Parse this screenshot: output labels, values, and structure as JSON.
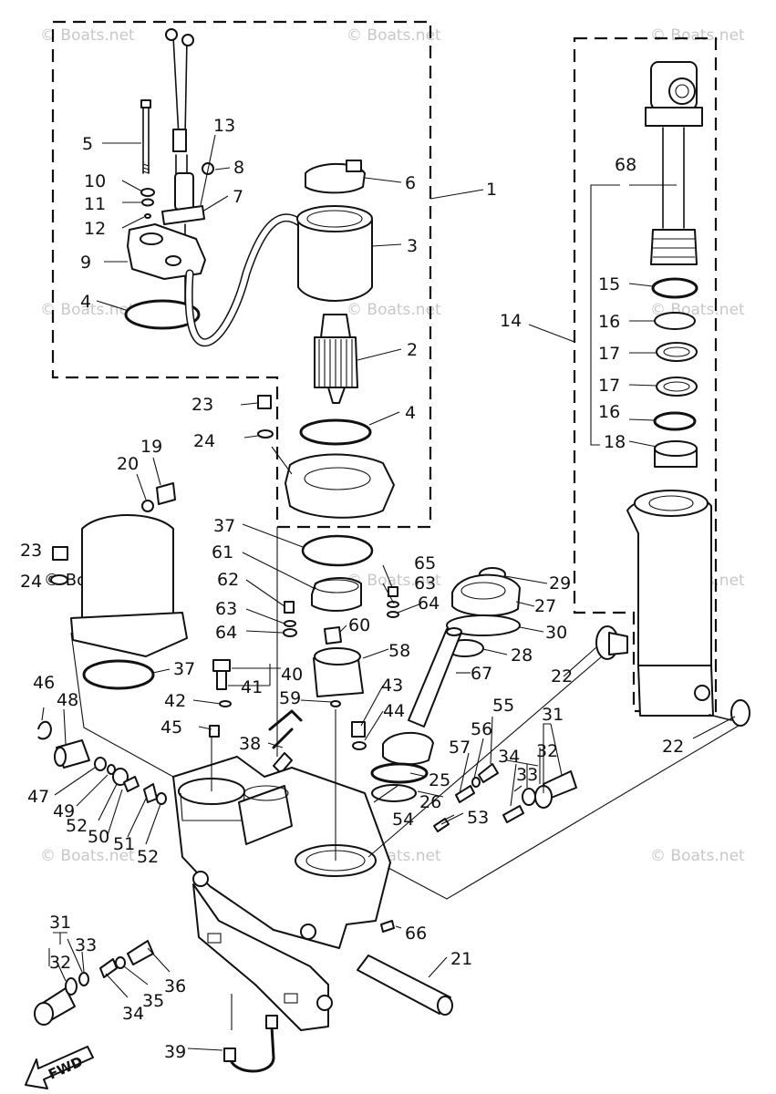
{
  "watermark": "© Boats.net",
  "fwd_label": "FWD",
  "callouts": {
    "c1": "1",
    "c2": "2",
    "c3": "3",
    "c4a": "4",
    "c4b": "4",
    "c5": "5",
    "c6": "6",
    "c7": "7",
    "c8": "8",
    "c9": "9",
    "c10": "10",
    "c11": "11",
    "c12": "12",
    "c13": "13",
    "c14": "14",
    "c15": "15",
    "c16a": "16",
    "c16b": "16",
    "c17a": "17",
    "c17b": "17",
    "c18": "18",
    "c19": "19",
    "c20": "20",
    "c21": "21",
    "c22a": "22",
    "c22b": "22",
    "c23a": "23",
    "c23b": "23",
    "c24a": "24",
    "c24b": "24",
    "c25": "25",
    "c26": "26",
    "c27": "27",
    "c28": "28",
    "c29": "29",
    "c30": "30",
    "c31a": "31",
    "c31b": "31",
    "c32a": "32",
    "c32b": "32",
    "c33a": "33",
    "c33b": "33",
    "c34a": "34",
    "c34b": "34",
    "c35": "35",
    "c36": "36",
    "c37a": "37",
    "c37b": "37",
    "c38": "38",
    "c39": "39",
    "c40": "40",
    "c41": "41",
    "c42": "42",
    "c43": "43",
    "c44": "44",
    "c45": "45",
    "c46": "46",
    "c47": "47",
    "c48": "48",
    "c49": "49",
    "c50": "50",
    "c51": "51",
    "c52a": "52",
    "c52b": "52",
    "c53": "53",
    "c54": "54",
    "c55": "55",
    "c56": "56",
    "c57": "57",
    "c58": "58",
    "c59": "59",
    "c60": "60",
    "c61": "61",
    "c62": "62",
    "c63a": "63",
    "c63b": "63",
    "c64a": "64",
    "c64b": "64",
    "c65": "65",
    "c66": "66",
    "c67": "67",
    "c68": "68"
  }
}
